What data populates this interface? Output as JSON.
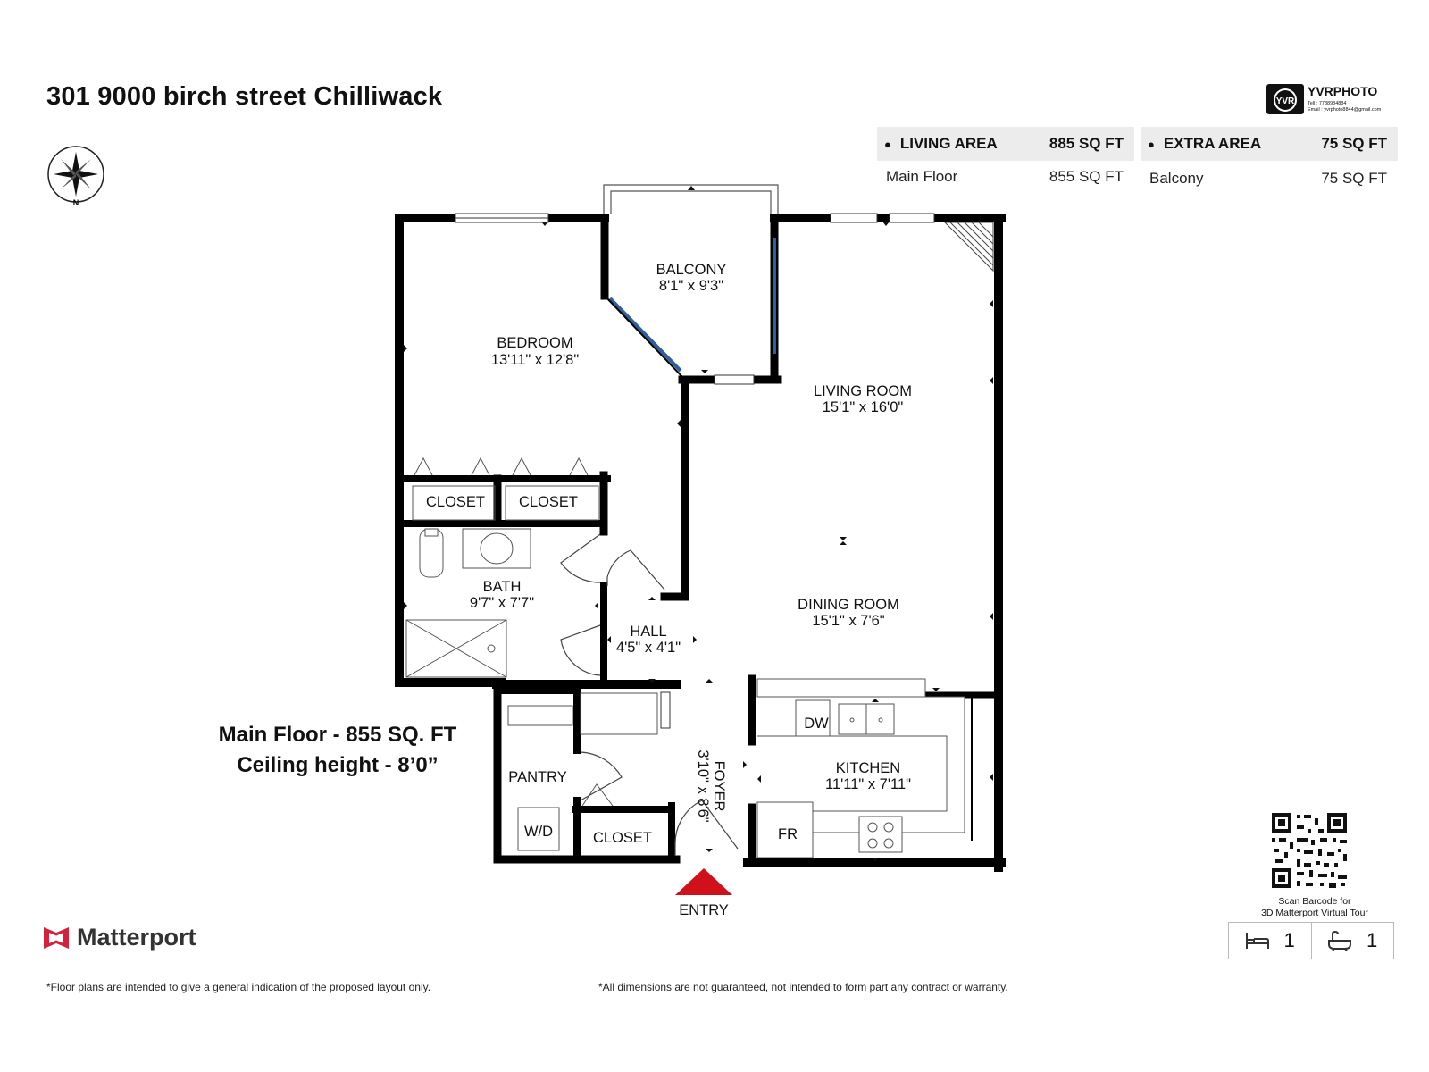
{
  "title": "301 9000 birch street Chilliwack",
  "brand": {
    "name": "YVRPHOTO",
    "badge": "YVR",
    "tel": "Tell : 7788984884",
    "email": "Email : yvrphoto8844@gmail.com"
  },
  "compass": {
    "north": "N"
  },
  "areas": {
    "living": {
      "label": "LIVING AREA",
      "total": "885 SQ FT",
      "rows": [
        {
          "name": "Main Floor",
          "value": "855 SQ FT"
        }
      ]
    },
    "extra": {
      "label": "EXTRA AREA",
      "total": "75 SQ FT",
      "rows": [
        {
          "name": "Balcony",
          "value": "75 SQ FT"
        }
      ]
    }
  },
  "rooms": {
    "bedroom": {
      "name": "BEDROOM",
      "dims": "13'11\" x 12'8\""
    },
    "balcony": {
      "name": "BALCONY",
      "dims": "8'1\" x 9'3\""
    },
    "living": {
      "name": "LIVING ROOM",
      "dims": "15'1\" x 16'0\""
    },
    "dining": {
      "name": "DINING ROOM",
      "dims": "15'1\" x 7'6\""
    },
    "bath": {
      "name": "BATH",
      "dims": "9'7\" x 7'7\""
    },
    "hall": {
      "name": "HALL",
      "dims": "4'5\" x 4'1\""
    },
    "kitchen": {
      "name": "KITCHEN",
      "dims": "11'11\" x 7'11\""
    },
    "foyer": {
      "name": "FOYER",
      "dims": "3'10\" x 8'6\""
    },
    "pantry": {
      "name": "PANTRY"
    },
    "closet_1": "CLOSET",
    "closet_2": "CLOSET",
    "closet_3": "CLOSET"
  },
  "fixtures": {
    "dw": "DW",
    "fr": "FR",
    "wd": "W/D"
  },
  "entry": "ENTRY",
  "notes": {
    "floor": "Main Floor - 855 SQ. FT",
    "ceiling": "Ceiling height - 8’0”"
  },
  "matterport": "Matterport",
  "qr_caption": {
    "line1": "Scan Barcode for",
    "line2": "3D Matterport Virtual Tour"
  },
  "counts": {
    "beds": "1",
    "baths": "1"
  },
  "footer": {
    "left": "*Floor plans are intended to give a general indication of the proposed layout only.",
    "right": "*All dimensions are not guaranteed, not intended to form part any contract or warranty."
  },
  "icons": [
    "compass-icon",
    "bed-icon",
    "bathtub-icon",
    "qr-code-icon",
    "matterport-logo-icon",
    "yvr-camera-logo-icon"
  ],
  "colors": {
    "wall": "#000000",
    "entry_arrow": "#d0111b",
    "window_blue": "#2f5f9e",
    "matterport_red": "#d4213d",
    "panel_bg": "#ececec"
  }
}
